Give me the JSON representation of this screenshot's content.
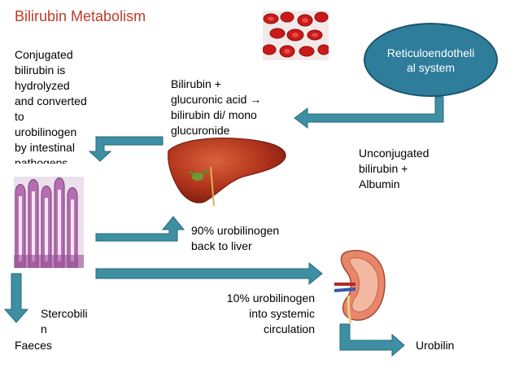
{
  "title": "Bilirubin Metabolism",
  "colors": {
    "arrow_fill": "#3e8fa3",
    "arrow_stroke": "#25697a",
    "title": "#c0392b",
    "oval": "#2e7d9b"
  },
  "oval_label": "Reticuloendotheli\nal system",
  "texts": {
    "conjugated_hydrolyzed": "Conjugated\nbilirubin is\nhydrolyzed\nand converted\nto\nurobilinogen\nby intestinal\npathogens",
    "bilirubin_glucuronic": "Bilirubin +\nglucuronic acid →\nbilirubin di/ mono\nglucuronide",
    "unconjugated_albumin": "Unconjugated\nbilirubin +\nAlbumin",
    "urobilinogen_90": "90% urobilinogen\nback to liver",
    "urobilinogen_10": "10% urobilinogen\ninto systemic\ncirculation",
    "stercobilin": "Stercobili\nn",
    "faeces": "Faeces",
    "urobilin": "Urobilin"
  },
  "images": [
    "red-blood-cells-image",
    "liver-image",
    "intestinal-villi-image",
    "kidney-image"
  ]
}
